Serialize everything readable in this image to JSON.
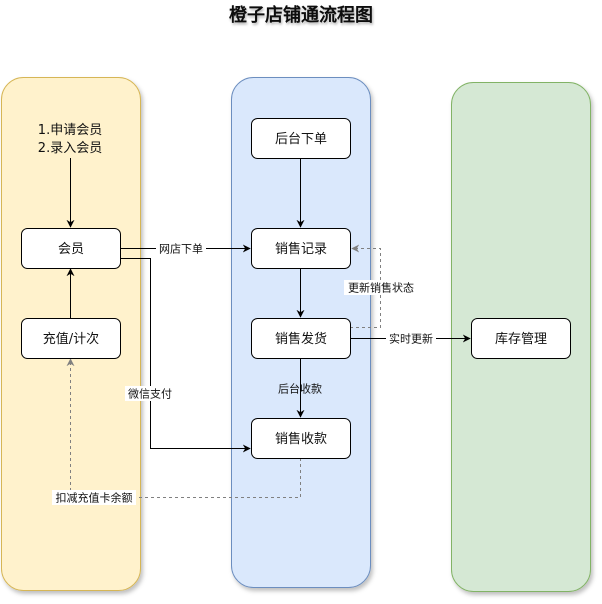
{
  "title": "橙子店铺通流程图",
  "colors": {
    "lane_member_fill": "#fff2cc",
    "lane_member_stroke": "#d6b656",
    "lane_sales_fill": "#dae8fc",
    "lane_sales_stroke": "#6c8ebf",
    "lane_inventory_fill": "#d5e8d4",
    "lane_inventory_stroke": "#82b366",
    "node_fill": "#ffffff",
    "node_stroke": "#000000",
    "dashed_edge": "#808080"
  },
  "lanes": [
    {
      "id": "member",
      "label": ""
    },
    {
      "id": "sales",
      "label": ""
    },
    {
      "id": "inventory",
      "label": ""
    }
  ],
  "note": {
    "line1": "1.申请会员",
    "line2": "2.录入会员"
  },
  "nodes": {
    "member": "会员",
    "recharge": "充值/计次",
    "backend_order": "后台下单",
    "sales_record": "销售记录",
    "sales_ship": "销售发货",
    "sales_payment": "销售收款",
    "inventory": "库存管理"
  },
  "edges": {
    "online_order": "网店下单",
    "update_status": "更新销售状态",
    "realtime_update": "实时更新",
    "backend_payment": "后台收款",
    "wechat_pay": "微信支付",
    "deduct_balance": "扣减充值卡余额"
  }
}
